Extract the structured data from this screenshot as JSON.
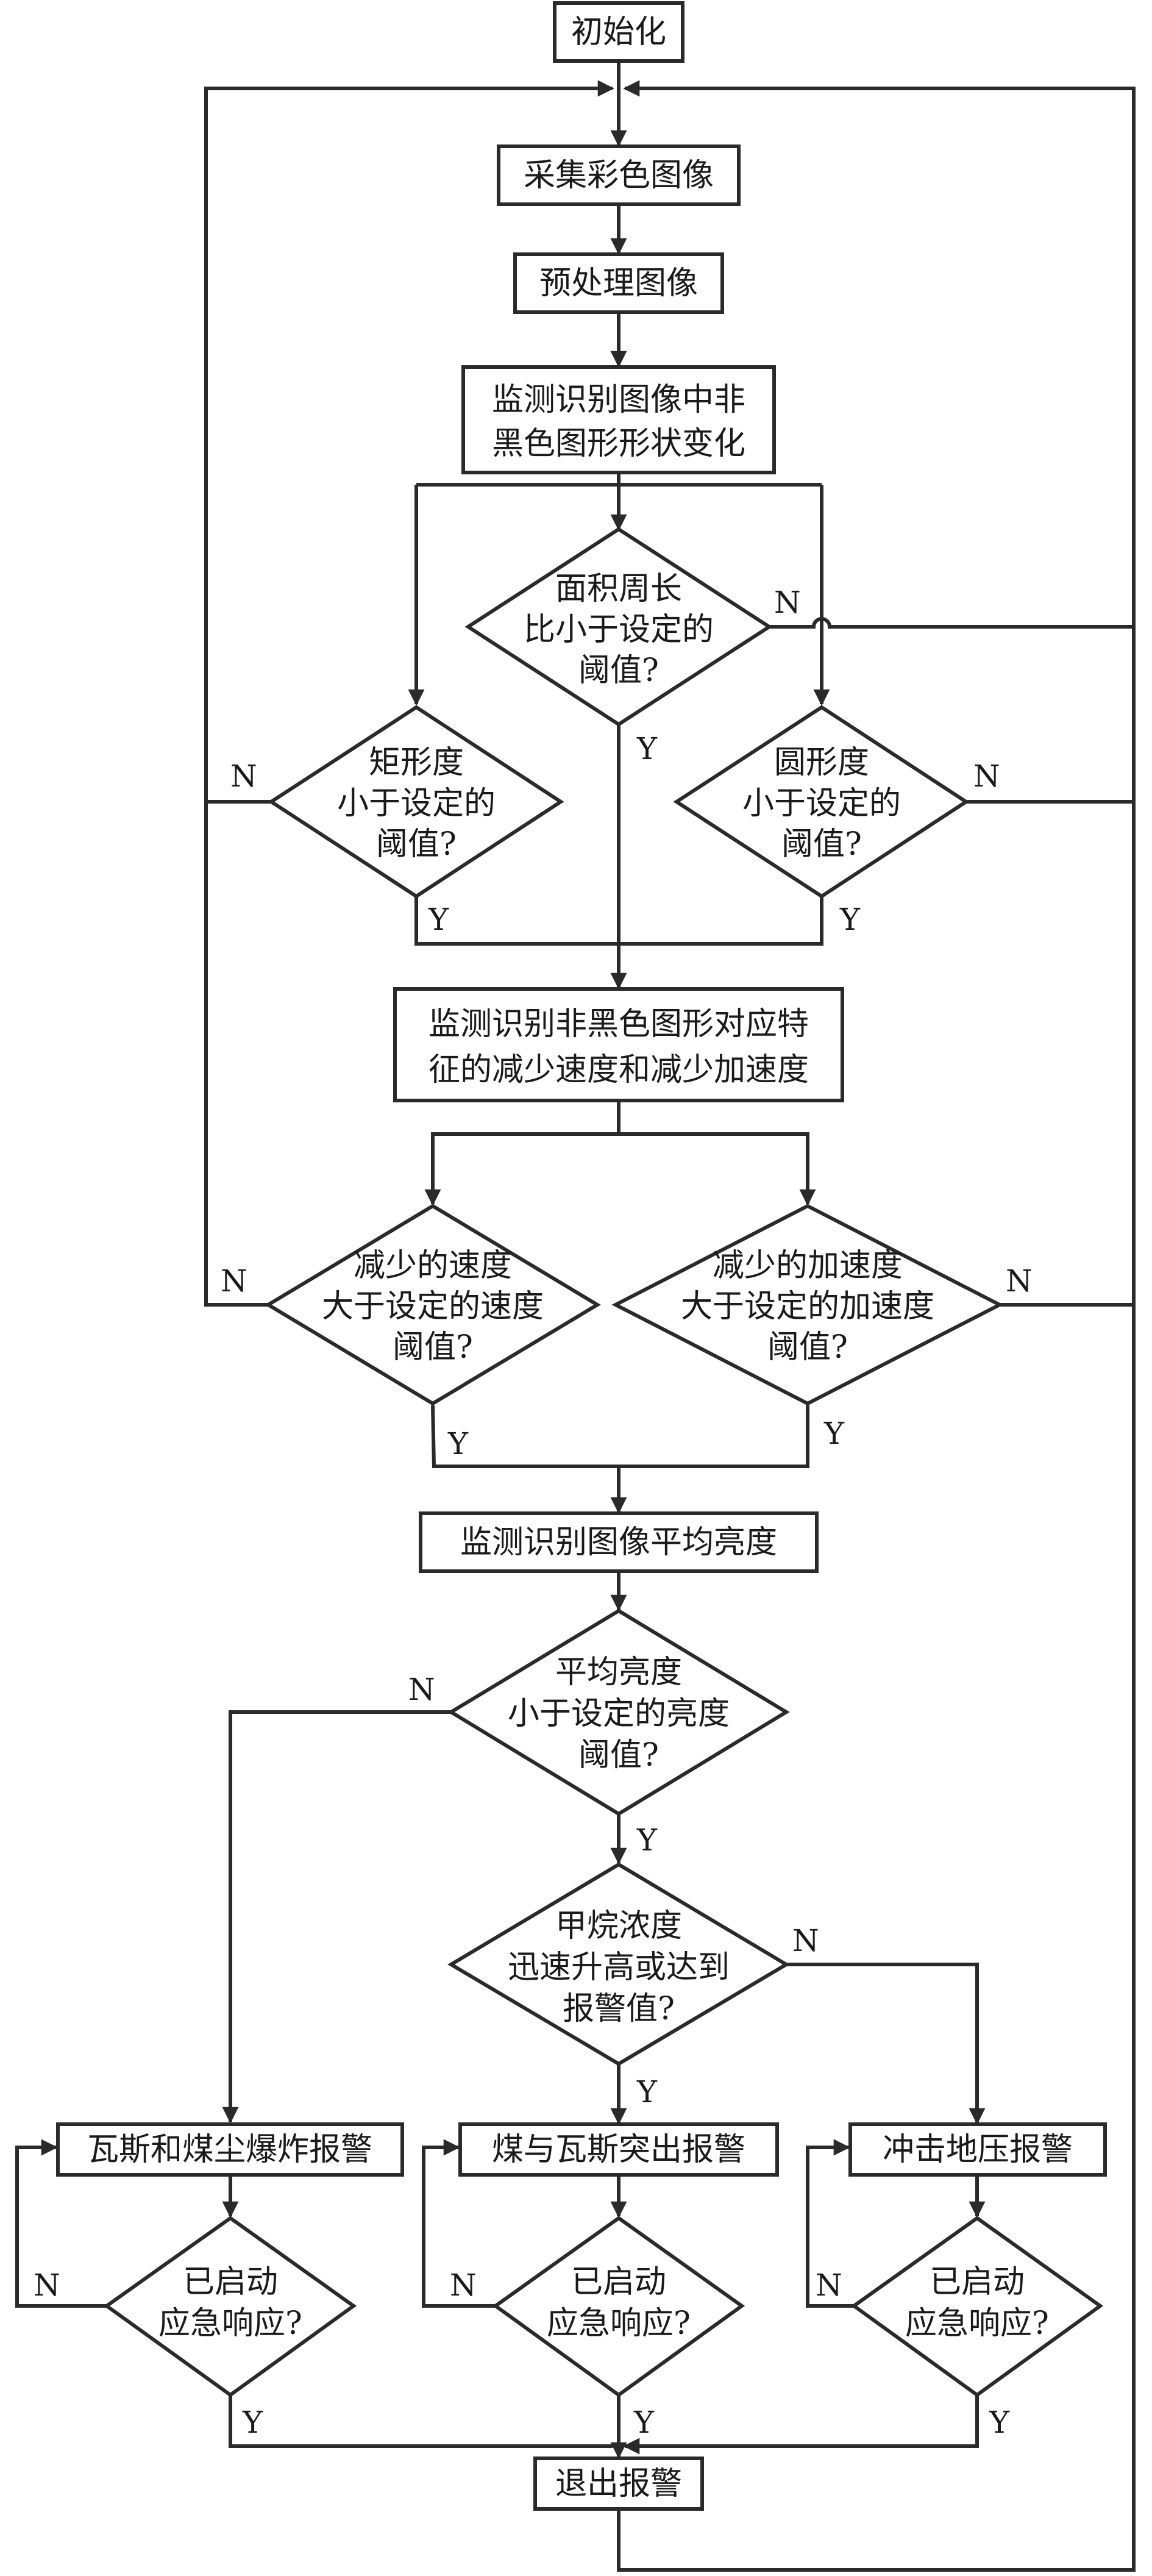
{
  "nodes": {
    "init": "初始化",
    "capture": "采集彩色图像",
    "preprocess": "预处理图像",
    "monitor_shape": [
      "监测识别图像中非",
      "黑色图形形状变化"
    ],
    "area_perimeter": [
      "面积周长",
      "比小于设定的",
      "阈值?"
    ],
    "rectangularity": [
      "矩形度",
      "小于设定的",
      "阈值?"
    ],
    "circularity": [
      "圆形度",
      "小于设定的",
      "阈值?"
    ],
    "monitor_speed": [
      "监测识别非黑色图形对应特",
      "征的减少速度和减少加速度"
    ],
    "speed_check": [
      "减少的速度",
      "大于设定的速度",
      "阈值?"
    ],
    "accel_check": [
      "减少的加速度",
      "大于设定的加速度",
      "阈值?"
    ],
    "monitor_brightness": "监测识别图像平均亮度",
    "brightness_check": [
      "平均亮度",
      "小于设定的亮度",
      "阈值?"
    ],
    "methane_check": [
      "甲烷浓度",
      "迅速升高或达到",
      "报警值?"
    ],
    "alarm_gas_dust": "瓦斯和煤尘爆炸报警",
    "alarm_outburst": "煤与瓦斯突出报警",
    "alarm_rockburst": "冲击地压报警",
    "response_check": [
      "已启动",
      "应急响应?"
    ],
    "exit_alarm": "退出报警"
  },
  "labels": {
    "yes": "Y",
    "no": "N"
  }
}
